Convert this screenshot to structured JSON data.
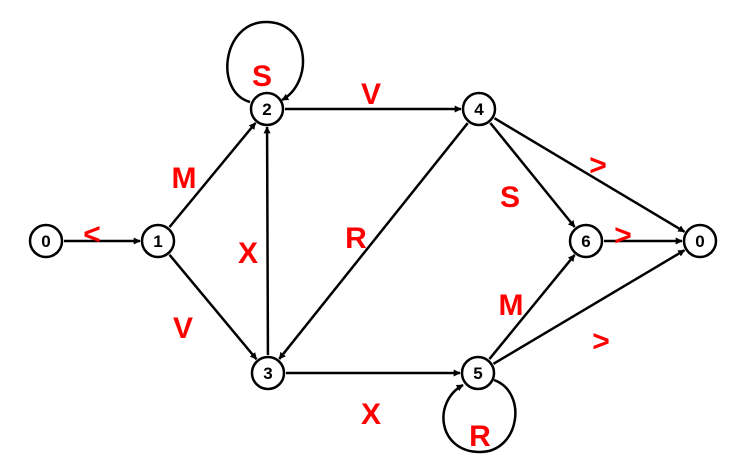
{
  "colors": {
    "node_stroke": "#000000",
    "edge": "#000000",
    "edge_label": "#ff0000"
  },
  "nodes": [
    {
      "id": "start",
      "label": "0"
    },
    {
      "id": "n1",
      "label": "1"
    },
    {
      "id": "n2",
      "label": "2"
    },
    {
      "id": "n3",
      "label": "3"
    },
    {
      "id": "n4",
      "label": "4"
    },
    {
      "id": "n5",
      "label": "5"
    },
    {
      "id": "n6",
      "label": "6"
    },
    {
      "id": "end",
      "label": "0"
    }
  ],
  "edges": [
    {
      "from": "start",
      "to": "n1",
      "label": "<"
    },
    {
      "from": "n1",
      "to": "n2",
      "label": "M"
    },
    {
      "from": "n1",
      "to": "n3",
      "label": "V"
    },
    {
      "from": "n2",
      "to": "n2",
      "label": "S"
    },
    {
      "from": "n2",
      "to": "n4",
      "label": "V"
    },
    {
      "from": "n3",
      "to": "n2",
      "label": "X"
    },
    {
      "from": "n3",
      "to": "n5",
      "label": "X"
    },
    {
      "from": "n4",
      "to": "n3",
      "label": "R"
    },
    {
      "from": "n4",
      "to": "n6",
      "label": "S"
    },
    {
      "from": "n4",
      "to": "end",
      "label": ">"
    },
    {
      "from": "n5",
      "to": "n5",
      "label": "R"
    },
    {
      "from": "n5",
      "to": "n6",
      "label": "M"
    },
    {
      "from": "n5",
      "to": "end",
      "label": ">"
    },
    {
      "from": "n6",
      "to": "end",
      "label": ">"
    }
  ]
}
